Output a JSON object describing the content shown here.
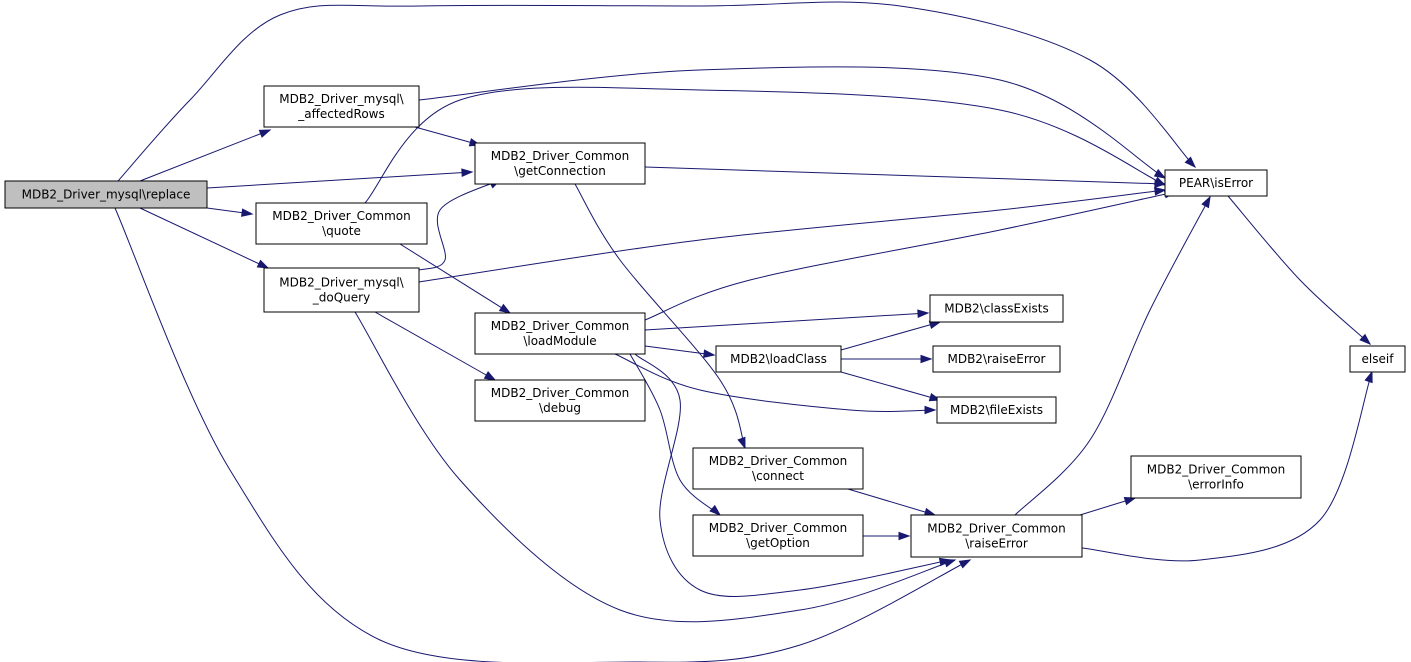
{
  "nodes": [
    {
      "id": "replace",
      "lines": [
        "MDB2_Driver_mysql\\replace"
      ],
      "root": true
    },
    {
      "id": "affectedRows",
      "lines": [
        "MDB2_Driver_mysql\\",
        "_affectedRows"
      ]
    },
    {
      "id": "quote",
      "lines": [
        "MDB2_Driver_Common",
        "\\quote"
      ]
    },
    {
      "id": "doQuery",
      "lines": [
        "MDB2_Driver_mysql\\",
        "_doQuery"
      ]
    },
    {
      "id": "getConnection",
      "lines": [
        "MDB2_Driver_Common",
        "\\getConnection"
      ]
    },
    {
      "id": "loadModule",
      "lines": [
        "MDB2_Driver_Common",
        "\\loadModule"
      ]
    },
    {
      "id": "debug",
      "lines": [
        "MDB2_Driver_Common",
        "\\debug"
      ]
    },
    {
      "id": "loadClass",
      "lines": [
        "MDB2\\loadClass"
      ]
    },
    {
      "id": "connect",
      "lines": [
        "MDB2_Driver_Common",
        "\\connect"
      ]
    },
    {
      "id": "getOption",
      "lines": [
        "MDB2_Driver_Common",
        "\\getOption"
      ]
    },
    {
      "id": "classExists",
      "lines": [
        "MDB2\\classExists"
      ]
    },
    {
      "id": "mdb2RaiseError",
      "lines": [
        "MDB2\\raiseError"
      ]
    },
    {
      "id": "fileExists",
      "lines": [
        "MDB2\\fileExists"
      ]
    },
    {
      "id": "commonRaiseError",
      "lines": [
        "MDB2_Driver_Common",
        "\\raiseError"
      ]
    },
    {
      "id": "errorInfo",
      "lines": [
        "MDB2_Driver_Common",
        "\\errorInfo"
      ]
    },
    {
      "id": "isError",
      "lines": [
        "PEAR\\isError"
      ]
    },
    {
      "id": "elseif",
      "lines": [
        "elseif"
      ]
    }
  ],
  "edges": [
    [
      "replace",
      "isError"
    ],
    [
      "replace",
      "affectedRows"
    ],
    [
      "replace",
      "getConnection"
    ],
    [
      "replace",
      "quote"
    ],
    [
      "replace",
      "doQuery"
    ],
    [
      "replace",
      "commonRaiseError"
    ],
    [
      "affectedRows",
      "getConnection"
    ],
    [
      "affectedRows",
      "isError"
    ],
    [
      "quote",
      "isError"
    ],
    [
      "quote",
      "loadModule"
    ],
    [
      "doQuery",
      "getConnection"
    ],
    [
      "doQuery",
      "isError"
    ],
    [
      "doQuery",
      "debug"
    ],
    [
      "doQuery",
      "commonRaiseError"
    ],
    [
      "getConnection",
      "isError"
    ],
    [
      "getConnection",
      "connect"
    ],
    [
      "loadModule",
      "isError"
    ],
    [
      "loadModule",
      "classExists"
    ],
    [
      "loadModule",
      "loadClass"
    ],
    [
      "loadModule",
      "fileExists"
    ],
    [
      "loadModule",
      "getOption"
    ],
    [
      "loadModule",
      "commonRaiseError"
    ],
    [
      "loadClass",
      "classExists"
    ],
    [
      "loadClass",
      "mdb2RaiseError"
    ],
    [
      "loadClass",
      "fileExists"
    ],
    [
      "connect",
      "commonRaiseError"
    ],
    [
      "getOption",
      "commonRaiseError"
    ],
    [
      "commonRaiseError",
      "isError"
    ],
    [
      "commonRaiseError",
      "errorInfo"
    ],
    [
      "commonRaiseError",
      "elseif"
    ],
    [
      "isError",
      "elseif"
    ]
  ]
}
